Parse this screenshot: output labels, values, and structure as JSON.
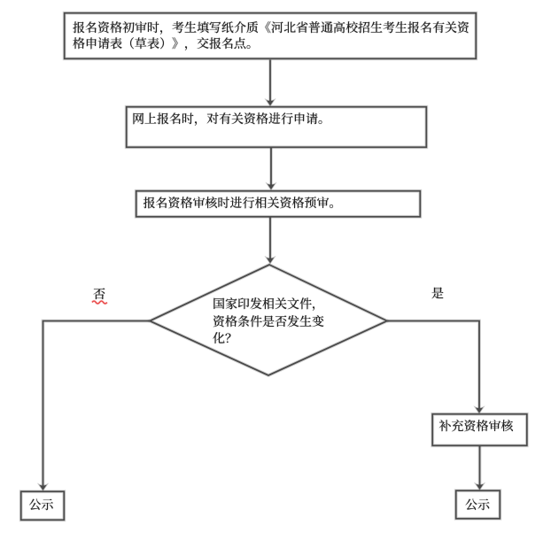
{
  "flowchart": {
    "background_color": "#ffffff",
    "line_color": "#4a4a4a",
    "text_color": "#222222",
    "misspell_underline_color": "#e83c3c",
    "nodes": {
      "step1": {
        "shape": "rectangle",
        "text": "报名资格初审时，考生填写纸介质《河北省普通高校招生考生报名有关资格申请表（草表）》，交报名点。"
      },
      "step2": {
        "shape": "rectangle",
        "text": "网上报名时，对有关资格进行申请。"
      },
      "step3": {
        "shape": "rectangle",
        "text": "报名资格审核时进行相关资格预审。"
      },
      "decision": {
        "shape": "diamond",
        "text": "国家印发相关文件，资格条件是否发生变化？"
      },
      "supplement_review": {
        "shape": "rectangle",
        "text": "补充资格审核"
      },
      "publicity_left": {
        "shape": "rectangle",
        "text": "公示"
      },
      "publicity_right": {
        "shape": "rectangle",
        "text": "公示"
      }
    },
    "branch_labels": {
      "no": "否",
      "yes": "是"
    },
    "edges": [
      "step1 -> step2",
      "step2 -> step3",
      "step3 -> decision",
      "decision -否-> publicity_left",
      "decision -是-> supplement_review",
      "supplement_review -> publicity_right"
    ]
  }
}
